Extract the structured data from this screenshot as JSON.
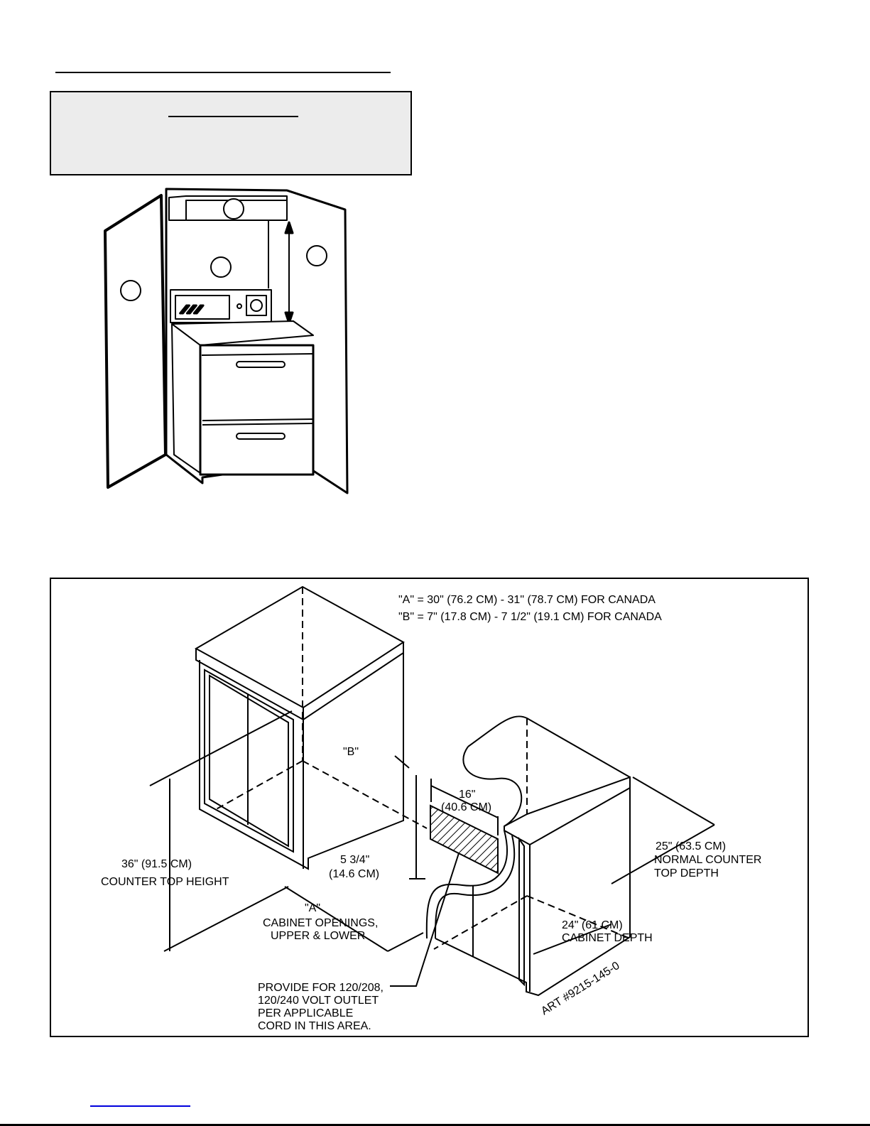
{
  "diagram": {
    "note_a": "\"A\" = 30\" (76.2 CM) - 31\" (78.7 CM) FOR CANADA",
    "note_b": "\"B\" =  7\" (17.8 CM) - 7 1/2\" (19.1 CM) FOR CANADA",
    "label_b": "\"B\"",
    "label_a": "\"A\"",
    "dim_16": "16\"",
    "dim_16_cm": "(40.6 CM)",
    "dim_534": "5 3/4\"",
    "dim_534_cm": "(14.6 CM)",
    "counter_height_1": "36\" (91.5 CM)",
    "counter_height_2": "COUNTER TOP HEIGHT",
    "cabinet_openings_1": "CABINET OPENINGS,",
    "cabinet_openings_2": "UPPER & LOWER",
    "counter_depth_1": "25\" (63.5 CM)",
    "counter_depth_2": "NORMAL COUNTER",
    "counter_depth_3": "TOP DEPTH",
    "cabinet_depth_1": "24\" (61 CM)",
    "cabinet_depth_2": "CABINET DEPTH",
    "outlet_1": "PROVIDE FOR 120/208,",
    "outlet_2": "120/240 VOLT OUTLET",
    "outlet_3": "PER APPLICABLE",
    "outlet_4": "CORD IN THIS AREA.",
    "art_number": "ART #9215-145-0"
  }
}
